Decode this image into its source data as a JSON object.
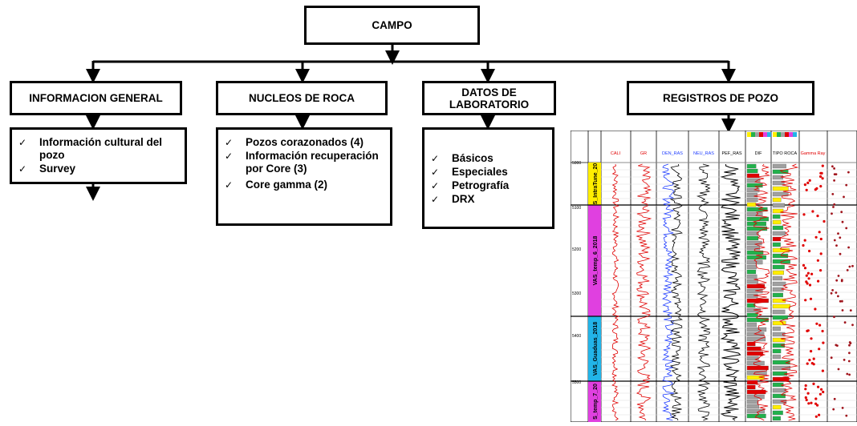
{
  "root": {
    "label": "CAMPO"
  },
  "categories": [
    {
      "label": "INFORMACION GENERAL"
    },
    {
      "label": "NUCLEOS DE ROCA"
    },
    {
      "label": "DATOS DE LABORATORIO"
    },
    {
      "label": "REGISTROS DE POZO"
    }
  ],
  "info_general_items": [
    "Información cultural del pozo",
    "Survey"
  ],
  "nucleos_items": [
    "Pozos corazonados (4)",
    "Información recuperación por Core (3)",
    "Core gamma (2)"
  ],
  "laboratorio_items": [
    "Básicos",
    "Especiales",
    "Petrografía",
    "DRX"
  ],
  "check_mark": "✓",
  "well_log": {
    "depth_labels": [
      "5000",
      "5100",
      "5200",
      "5300",
      "5400",
      "5500"
    ],
    "zone_labels": [
      "S_IntraTune_20",
      "VAS_temp_6_2018",
      "VAS_Guaduas_2018",
      "S_temp_7_20"
    ],
    "track_headers": [
      "CALI",
      "GR",
      "DEN_RAS",
      "NEU_RAS",
      "PEF_RAS",
      "DIF",
      "TIPO ROCA",
      "Gamma Ray"
    ],
    "colors": {
      "red": "#e00000",
      "blue": "#1f3dff",
      "green": "#22b14c",
      "yellow": "#ffee00",
      "magenta": "#e040e0",
      "cyan": "#22b4e8",
      "gray": "#a0a0a0"
    }
  }
}
